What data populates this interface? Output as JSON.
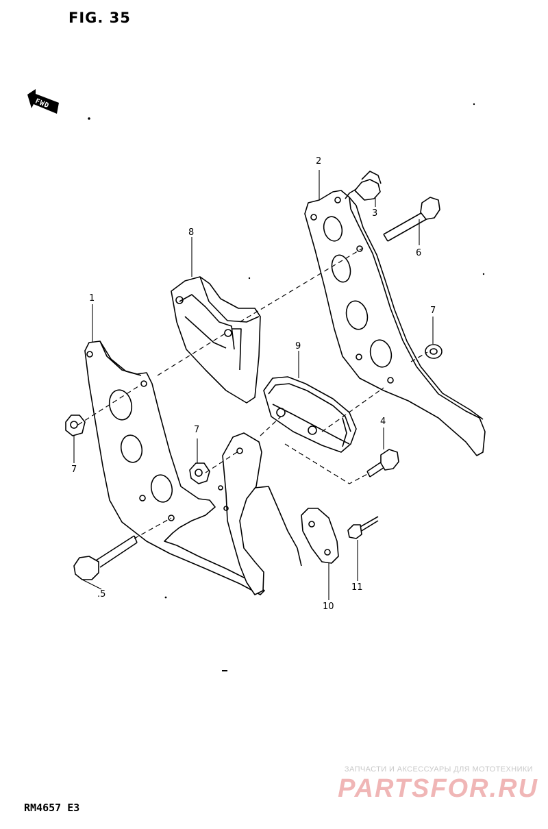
{
  "figure": {
    "title": "FIG. 35",
    "fwd_label": "FWD"
  },
  "callouts": [
    {
      "id": "1",
      "label": "1"
    },
    {
      "id": "2",
      "label": "2"
    },
    {
      "id": "3",
      "label": "3"
    },
    {
      "id": "4",
      "label": "4"
    },
    {
      "id": "5",
      "label": ".5"
    },
    {
      "id": "6",
      "label": "6"
    },
    {
      "id": "7a",
      "label": "7"
    },
    {
      "id": "7b",
      "label": "7"
    },
    {
      "id": "7c",
      "label": "7"
    },
    {
      "id": "8",
      "label": "8"
    },
    {
      "id": "9",
      "label": "9"
    },
    {
      "id": "10",
      "label": "10"
    },
    {
      "id": "11",
      "label": "11"
    }
  ],
  "footer": {
    "code": "RM4657 E3"
  },
  "watermark": {
    "tagline": "ЗАПЧАСТИ И АКСЕССУАРЫ ДЛЯ МОТОТЕХНИКИ",
    "brand": "PARTSFOR.RU",
    "color": "#f0b6b6"
  }
}
